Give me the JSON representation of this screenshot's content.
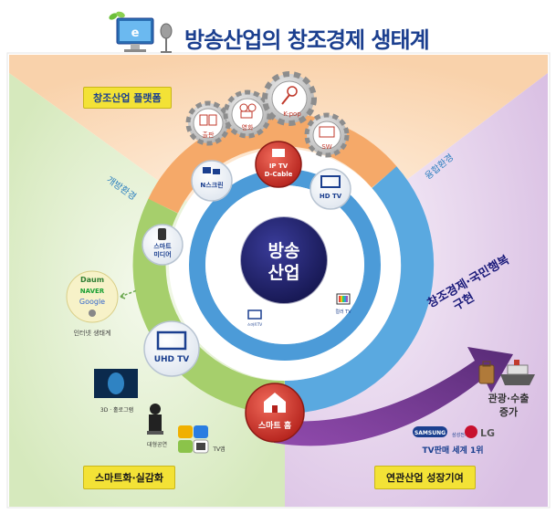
{
  "title": "방송산업의 창조경제 생태계",
  "platform_label": "창조산업 플랫폼",
  "gears": [
    "출판",
    "영화",
    "K-pop",
    "SW"
  ],
  "center": {
    "line1": "방송",
    "line2": "산업"
  },
  "arc_labels": {
    "open": "개방환경",
    "convergence": "융합환경"
  },
  "nodes": {
    "n_screen": "N스크린",
    "iptv_line1": "IP TV",
    "iptv_line2": "D-Cable",
    "hdtv": "HD TV",
    "smart_media_line1": "스마트",
    "smart_media_line2": "미디어",
    "uhdtv": "UHD TV",
    "smart_home": "스마트 홈",
    "smart_tv_small": "스마트TV",
    "color_tv_small": "컬러 TV"
  },
  "internet_logos": {
    "daum": "Daum",
    "naver": "NAVER",
    "google": "Google",
    "caption": "인터넷 생태계"
  },
  "right_goal": {
    "line1": "창조경제·국민행복",
    "line2": "구현"
  },
  "tourism": {
    "line1": "관광·수출",
    "line2": "증가"
  },
  "brands": {
    "samsung": "SAMSUNG",
    "samsung_sub": "삼성전자",
    "lg": "LG",
    "caption": "TV판매 세계 1위"
  },
  "media_items": {
    "hologram": "3D · 홀로그램",
    "concert": "대형공연",
    "tv_app": "TV앱"
  },
  "bottom_left_badge": "스마트화·실감화",
  "bottom_right_badge": "연관산업 성장기여",
  "colors": {
    "green_sector": "#dfeec8",
    "orange_sector": "#fbdcb9",
    "purple_sector": "#e6d3ec",
    "blue_ring": "#5aa9e0",
    "orange_ring": "#f5a969",
    "green_ring": "#a6cf6c",
    "center": "#1d1f6b",
    "arrow": "#6b2d8a",
    "badge_yellow": "#f3e236",
    "title_blue": "#1b3f8f"
  }
}
